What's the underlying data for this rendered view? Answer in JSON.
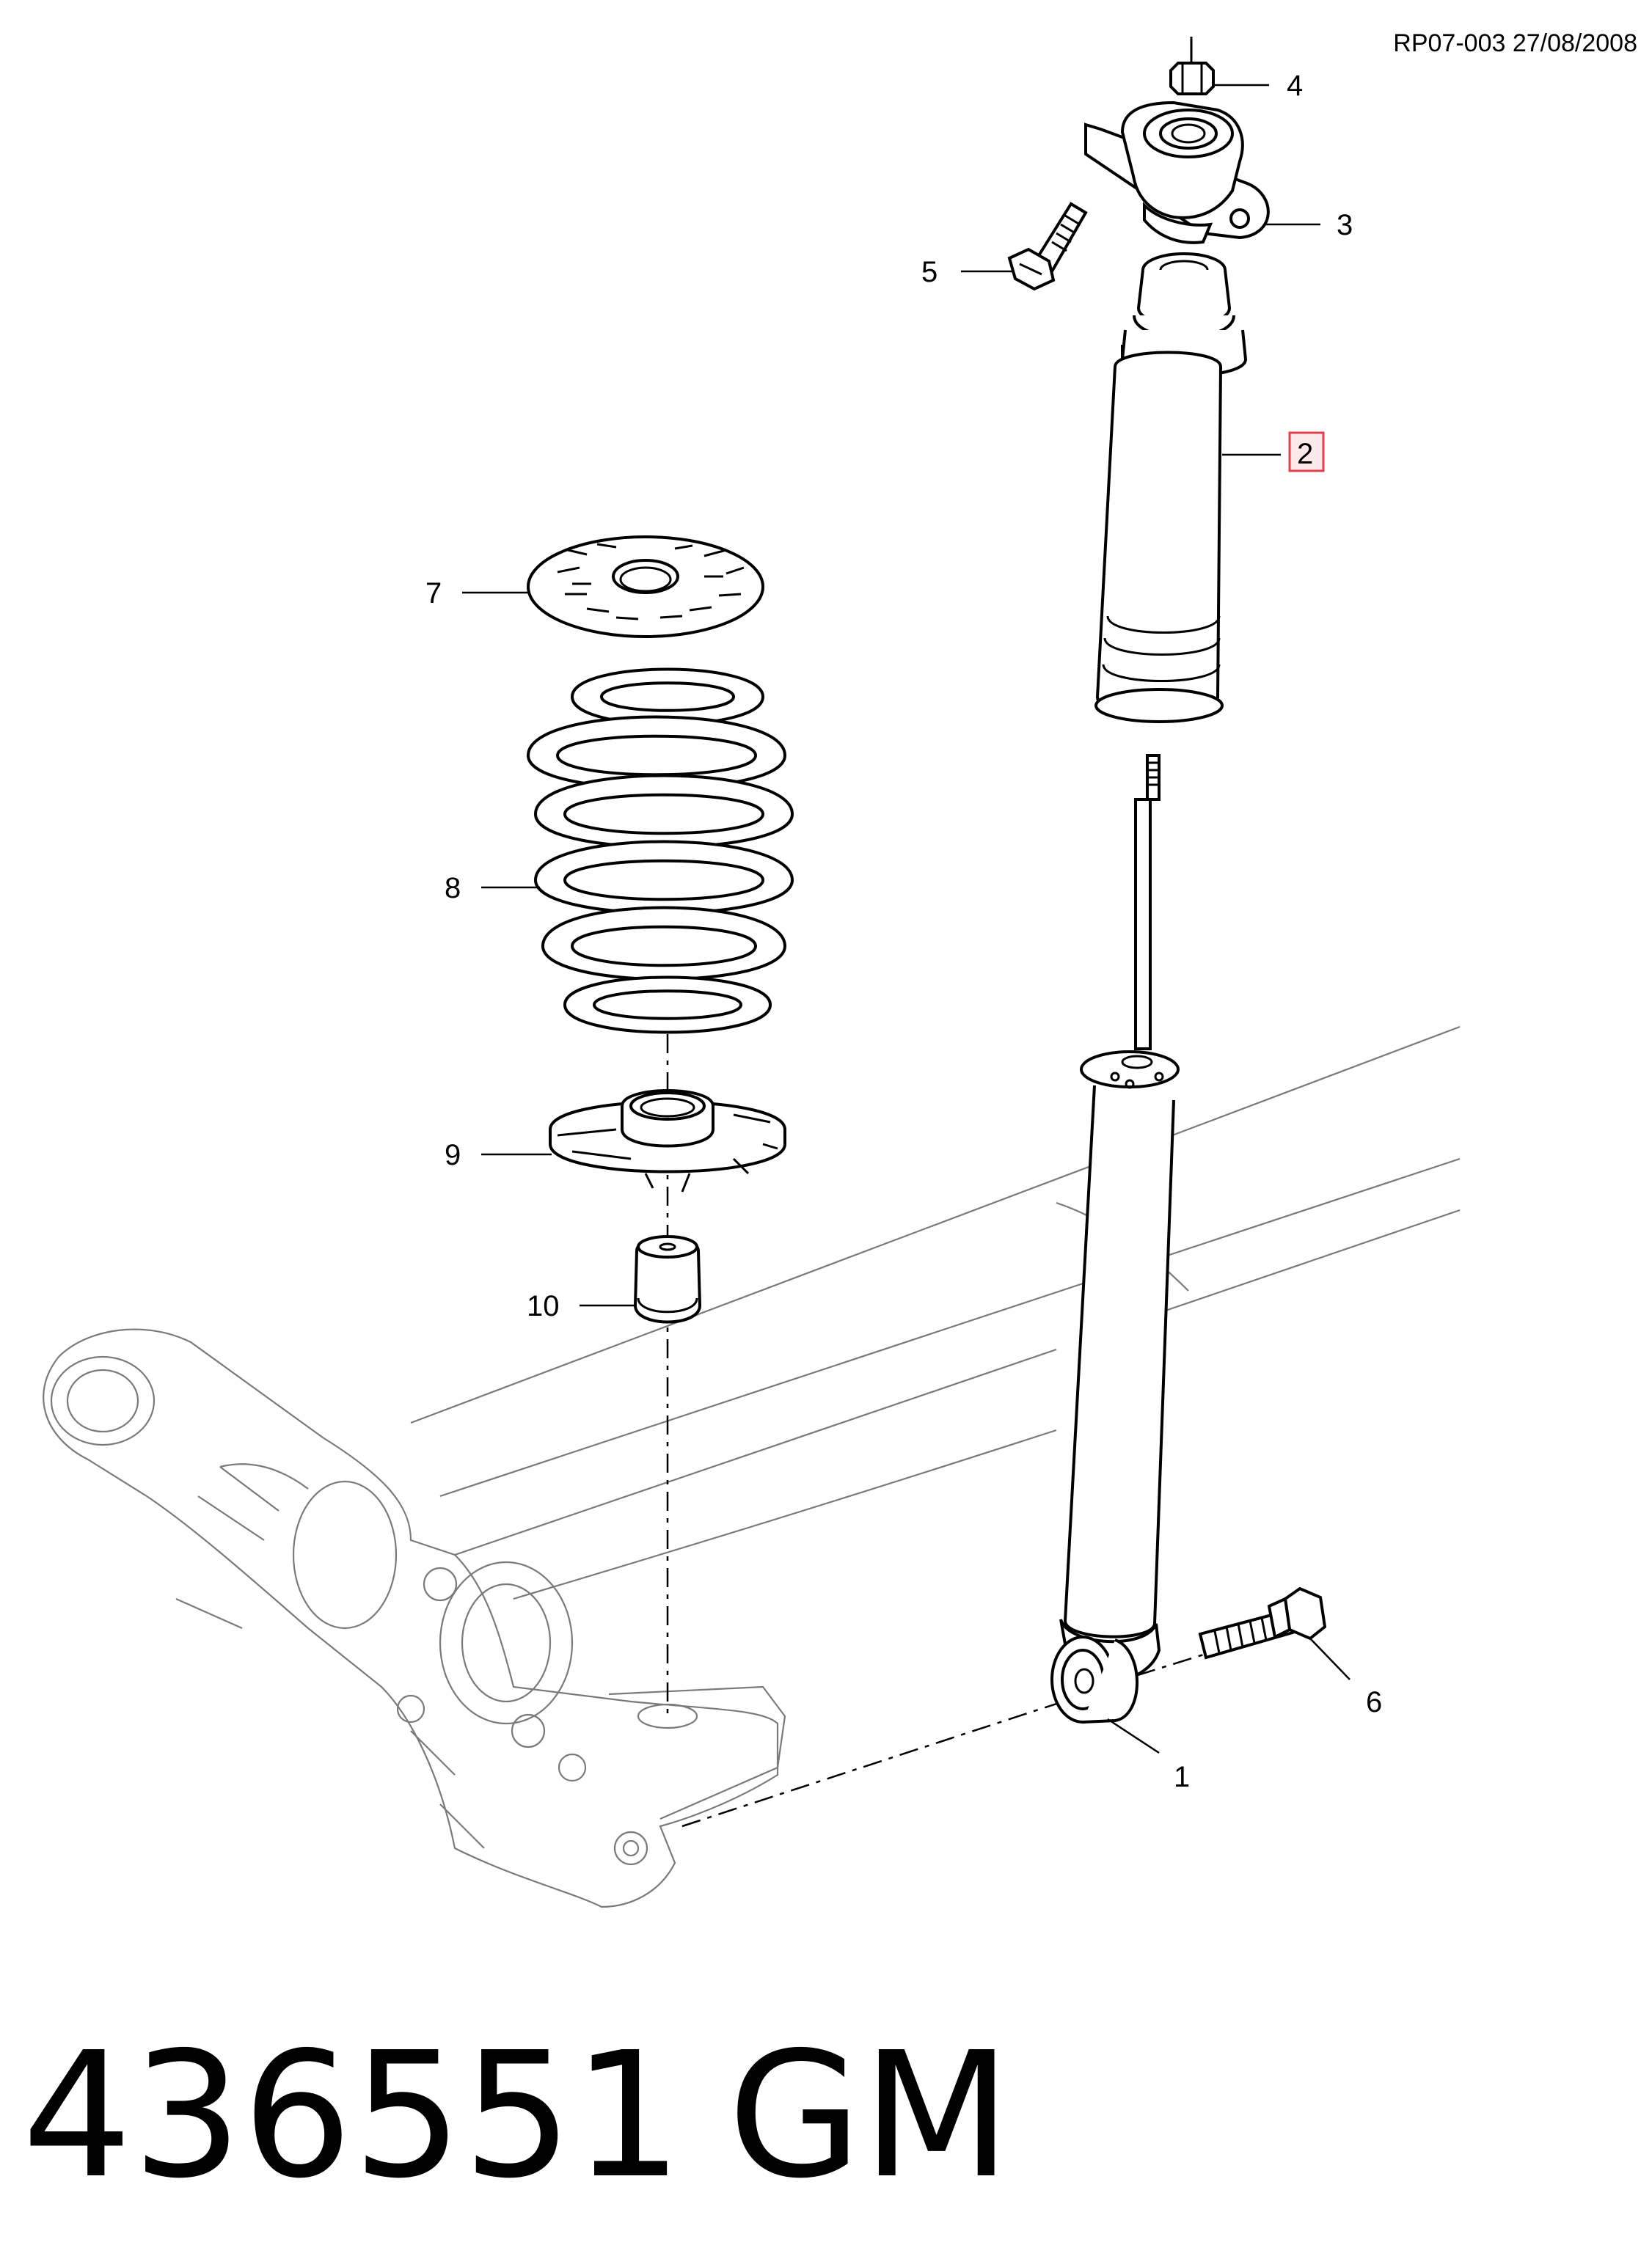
{
  "reference": "RP07-003 27/08/2008",
  "footer": {
    "part_number": "436551",
    "brand": "GM"
  },
  "highlight_color": "#e04050",
  "callouts": [
    {
      "id": "1",
      "label": "1",
      "highlighted": false
    },
    {
      "id": "2",
      "label": "2",
      "highlighted": true
    },
    {
      "id": "3",
      "label": "3",
      "highlighted": false
    },
    {
      "id": "4",
      "label": "4",
      "highlighted": false
    },
    {
      "id": "5",
      "label": "5",
      "highlighted": false
    },
    {
      "id": "6",
      "label": "6",
      "highlighted": false
    },
    {
      "id": "7",
      "label": "7",
      "highlighted": false
    },
    {
      "id": "8",
      "label": "8",
      "highlighted": false
    },
    {
      "id": "9",
      "label": "9",
      "highlighted": false
    },
    {
      "id": "10",
      "label": "10",
      "highlighted": false
    }
  ]
}
